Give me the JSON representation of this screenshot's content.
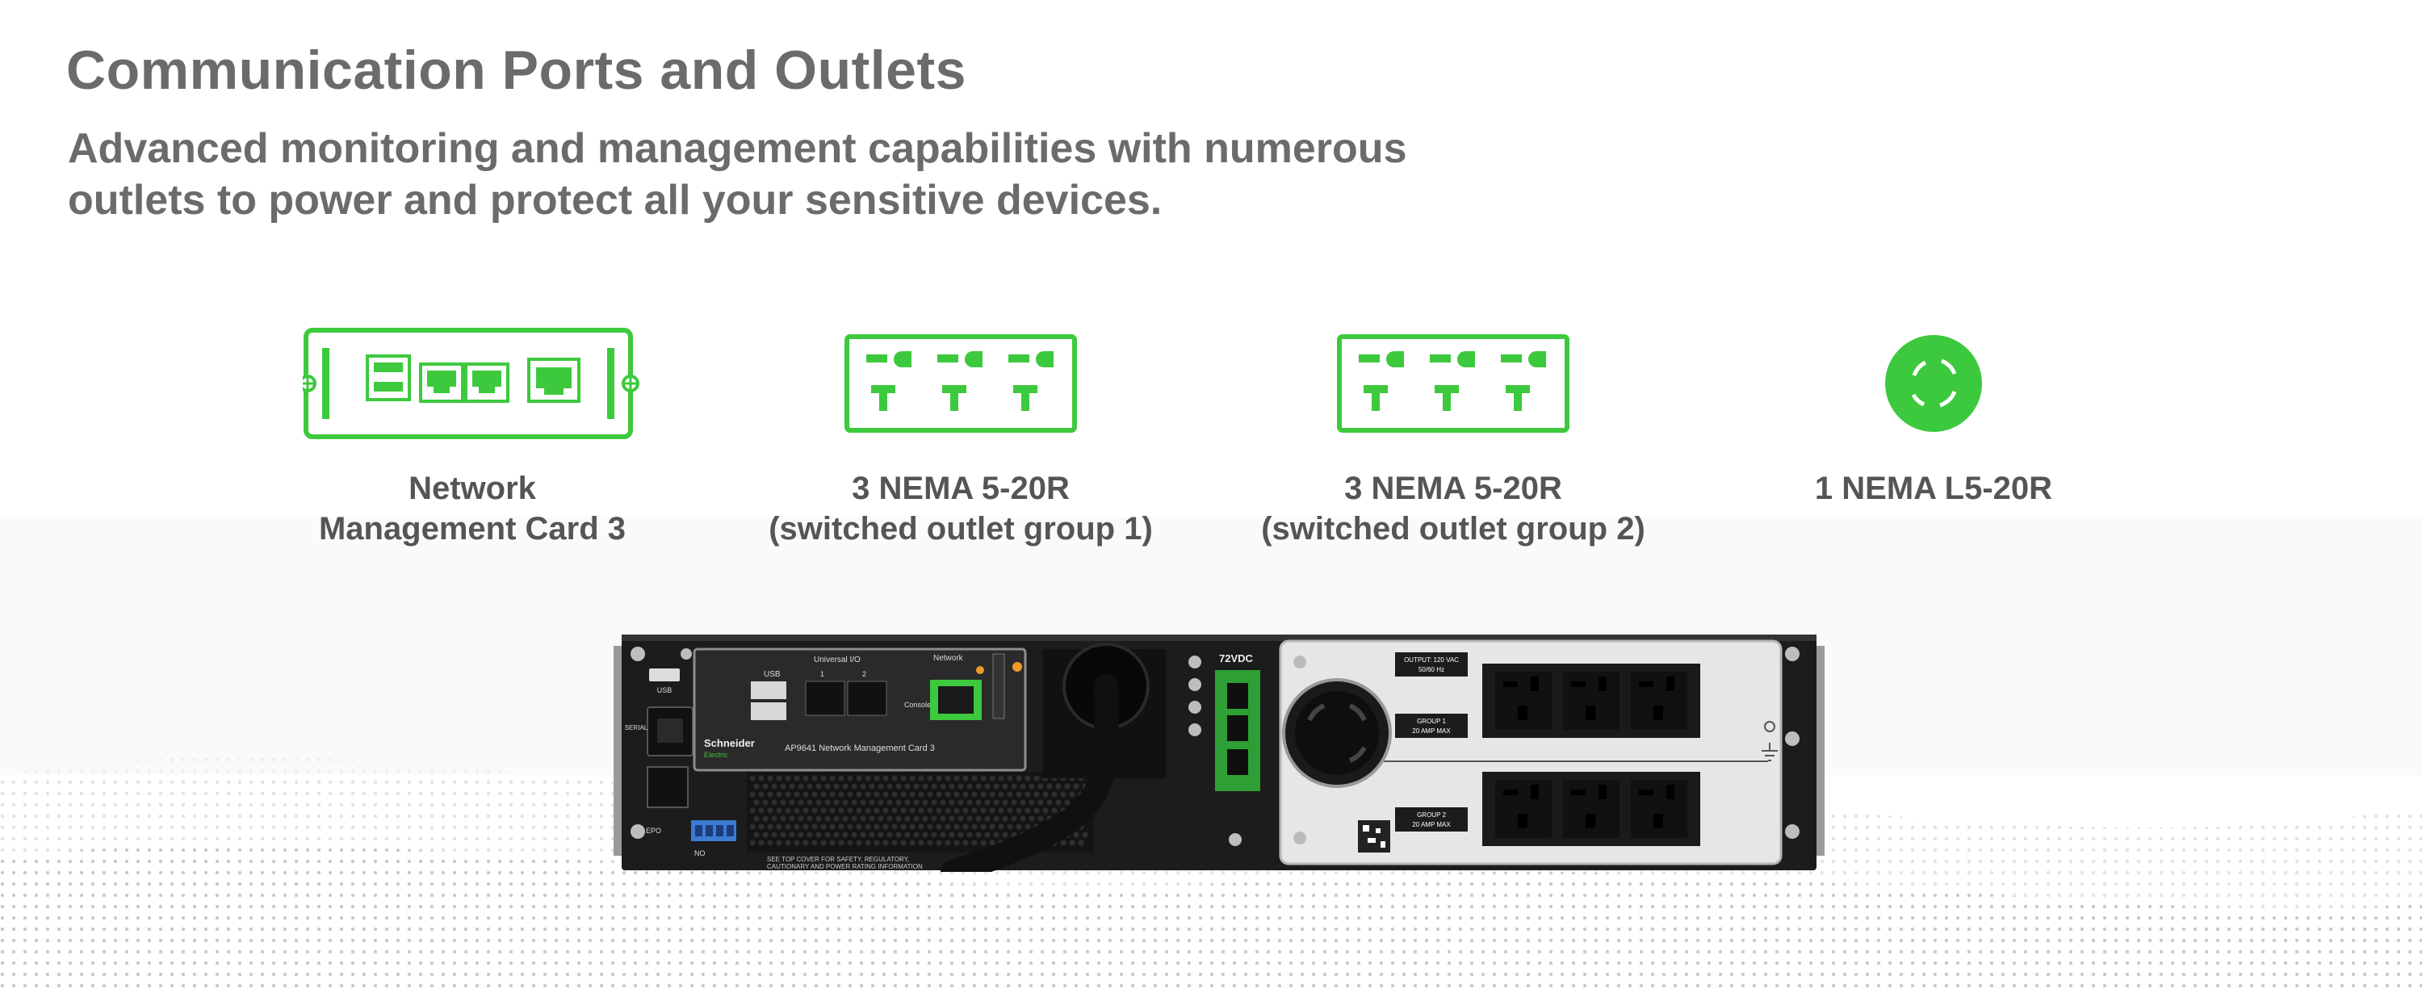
{
  "title": "Communication Ports and Outlets",
  "subtitle_line1": "Advanced monitoring and management capabilities with numerous",
  "subtitle_line2": "outlets to power and protect all your sensitive devices.",
  "features": [
    {
      "icon": "network-card-icon",
      "line1": "Network",
      "line2": "Management Card 3"
    },
    {
      "icon": "nema-5-20r-outlet-icon",
      "line1": "3 NEMA 5-20R",
      "line2": "(switched outlet group 1)"
    },
    {
      "icon": "nema-5-20r-outlet-icon",
      "line1": "3 NEMA 5-20R",
      "line2": "(switched outlet group 2)"
    },
    {
      "icon": "nema-l5-20r-outlet-icon",
      "line1": "1 NEMA L5-20R",
      "line2": ""
    }
  ],
  "device": {
    "usb_label": "USB",
    "usb_label_2": "USB",
    "universal_io_label": "Universal I/O",
    "port1": "1",
    "port2": "2",
    "network_label": "Network",
    "console_label": "Console",
    "brand": "Schneider",
    "brand_sub": "Electric",
    "card_name": "AP9641 Network Management Card 3",
    "serial_label": "SERIAL",
    "epo_label": "EPO",
    "no_label": "NO",
    "dc_label": "72VDC",
    "output_label_1": "OUTPUT: 120 VAC",
    "output_label_2": "50/60 Hz",
    "group1_label_1": "GROUP 1",
    "group1_label_2": "20 AMP MAX",
    "group2_label_1": "GROUP 2",
    "group2_label_2": "20 AMP MAX",
    "safety_line1": "SEE TOP COVER FOR SAFETY, REGULATORY,",
    "safety_line2": "CAUTIONARY AND POWER RATING INFORMATION"
  },
  "colors": {
    "accent_green": "#3dc93d",
    "title_gray": "#6b6b6b",
    "chassis": "#1c1c1c",
    "panel": "#e8e8e8"
  }
}
